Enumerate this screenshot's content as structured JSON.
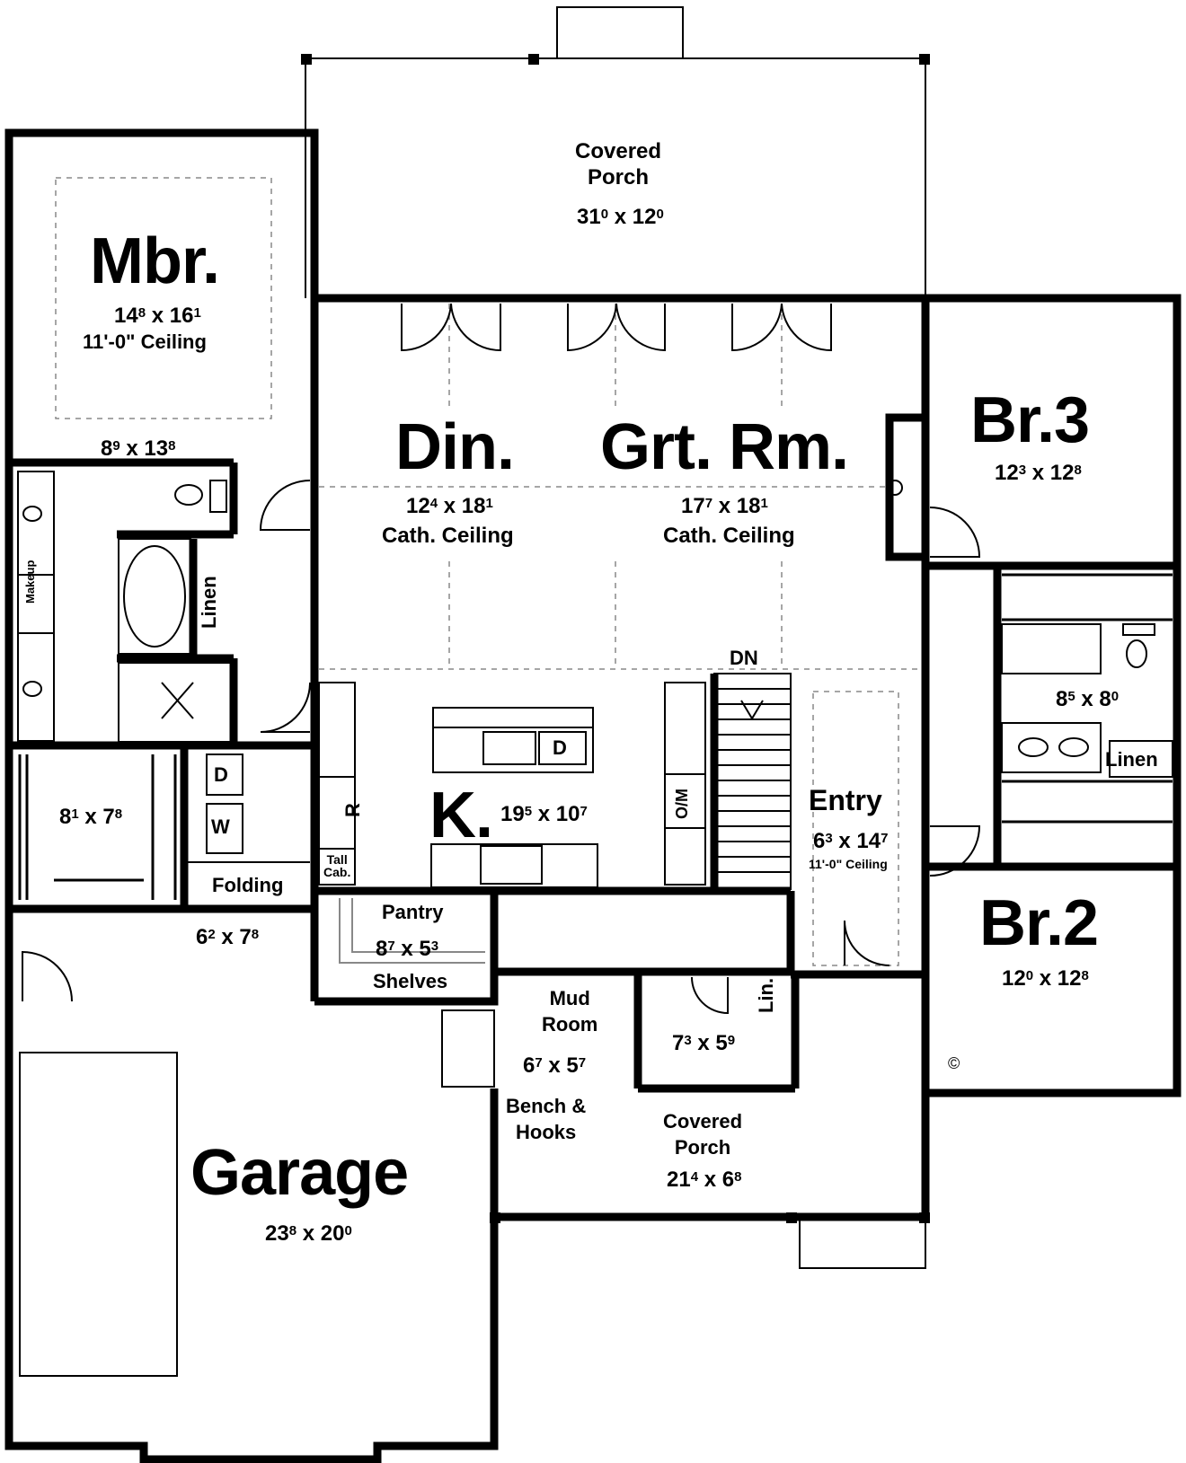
{
  "rooms": {
    "covered_porch_rear": {
      "label": "Covered\nPorch",
      "d1": "31",
      "s1": "0",
      "d2": "12",
      "s2": "0"
    },
    "mbr": {
      "label": "Mbr.",
      "d1": "14",
      "s1": "8",
      "d2": "16",
      "s2": "1",
      "ceiling": "11'-0\" Ceiling"
    },
    "master_bath": {
      "d1": "8",
      "s1": "9",
      "d2": "13",
      "s2": "8"
    },
    "din": {
      "label": "Din.",
      "d1": "12",
      "s1": "4",
      "d2": "18",
      "s2": "1",
      "ceiling": "Cath. Ceiling"
    },
    "grt_rm": {
      "label": "Grt. Rm.",
      "d1": "17",
      "s1": "7",
      "d2": "18",
      "s2": "1",
      "ceiling": "Cath. Ceiling"
    },
    "br3": {
      "label": "Br.3",
      "d1": "12",
      "s1": "3",
      "d2": "12",
      "s2": "8"
    },
    "bath2": {
      "d1": "8",
      "s1": "5",
      "d2": "8",
      "s2": "0"
    },
    "closet_mbr": {
      "d1": "8",
      "s1": "1",
      "d2": "7",
      "s2": "8"
    },
    "laundry": {
      "d1": "6",
      "s1": "2",
      "d2": "7",
      "s2": "8"
    },
    "kitchen": {
      "label": "K.",
      "d1": "19",
      "s1": "5",
      "d2": "10",
      "s2": "7"
    },
    "entry": {
      "label": "Entry",
      "d1": "6",
      "s1": "3",
      "d2": "14",
      "s2": "7",
      "ceiling": "11'-0\" Ceiling"
    },
    "br2": {
      "label": "Br.2",
      "d1": "12",
      "s1": "0",
      "d2": "12",
      "s2": "8"
    },
    "pantry": {
      "label": "Pantry",
      "d1": "8",
      "s1": "7",
      "d2": "5",
      "s2": "3"
    },
    "mud_room": {
      "label": "Mud\nRoom",
      "d1": "6",
      "s1": "7",
      "d2": "5",
      "s2": "7"
    },
    "powder": {
      "d1": "7",
      "s1": "3",
      "d2": "5",
      "s2": "9"
    },
    "covered_porch_front": {
      "label": "Covered\nPorch",
      "d1": "21",
      "s1": "4",
      "d2": "6",
      "s2": "8"
    },
    "garage": {
      "label": "Garage",
      "d1": "23",
      "s1": "8",
      "d2": "20",
      "s2": "0"
    }
  },
  "labels": {
    "linen_mbr": "Linen",
    "makeup": "Makeup",
    "linen_bath2": "Linen",
    "lin": "Lin.",
    "dn": "DN",
    "fridge": "R",
    "tall_cab": "Tall\nCab.",
    "oven_micro": "O/M",
    "dishwasher": "D",
    "dryer": "D",
    "washer": "W",
    "folding": "Folding",
    "shelves": "Shelves",
    "bench_hooks": "Bench &\nHooks",
    "copyright": "©",
    "x": "x"
  }
}
